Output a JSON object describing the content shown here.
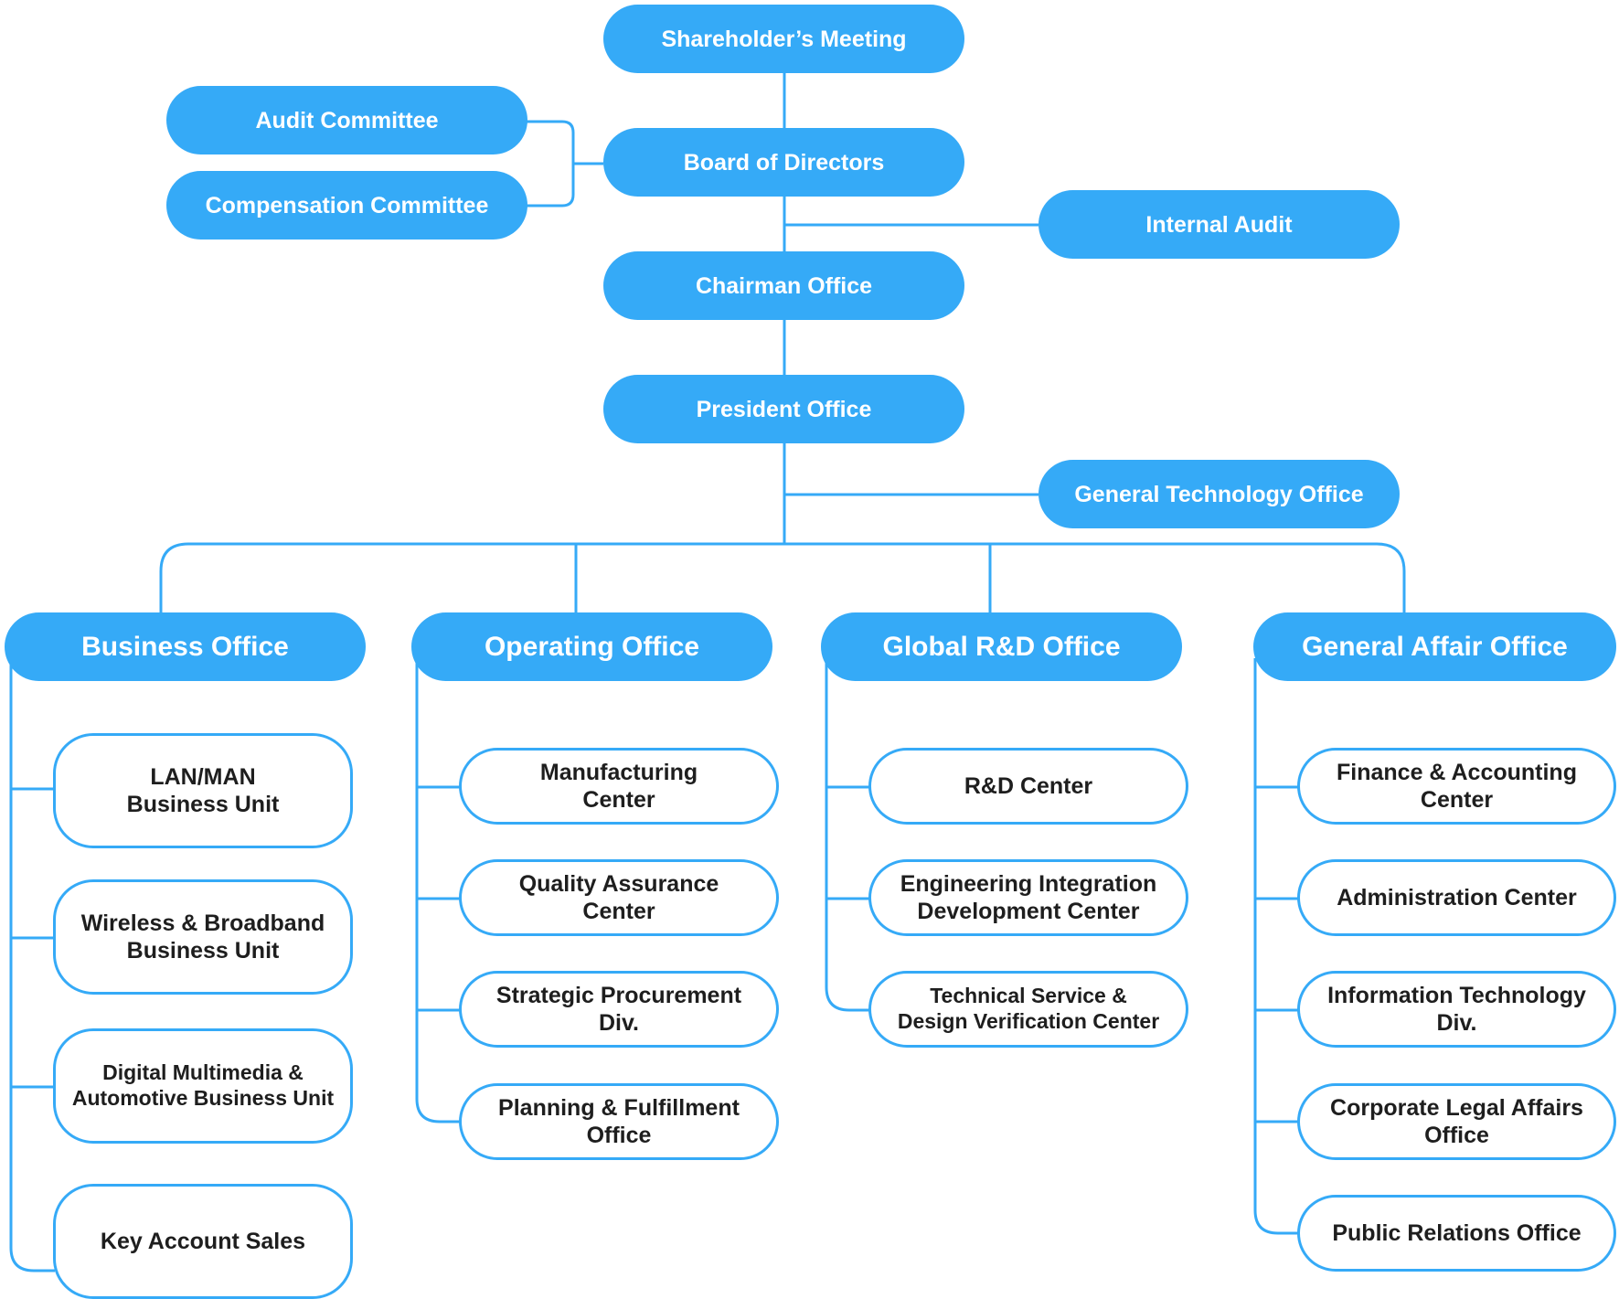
{
  "colors": {
    "accent": "#35aaf7",
    "text_dark": "#1e1e1e",
    "text_light": "#ffffff"
  },
  "top": {
    "shareholders": "Shareholder’s Meeting",
    "audit_committee": "Audit Committee",
    "compensation_committee": "Compensation Committee",
    "board": "Board of Directors",
    "internal_audit": "Internal Audit",
    "chairman": "Chairman  Office",
    "president": "President Office",
    "general_technology": "General Technology Office"
  },
  "offices": [
    {
      "title": "Business Office",
      "units": [
        "LAN/MAN\nBusiness Unit",
        "Wireless & Broadband\nBusiness Unit",
        "Digital Multimedia &\nAutomotive Business Unit",
        "Key Account Sales"
      ]
    },
    {
      "title": "Operating Office",
      "units": [
        "Manufacturing\nCenter",
        "Quality Assurance\nCenter",
        "Strategic Procurement\nDiv.",
        "Planning & Fulfillment\nOffice"
      ]
    },
    {
      "title": "Global R&D Office",
      "units": [
        "R&D Center",
        "Engineering Integration\nDevelopment Center",
        "Technical Service &\nDesign Verification Center"
      ]
    },
    {
      "title": "General Affair Office",
      "units": [
        "Finance & Accounting\nCenter",
        "Administration Center",
        "Information Technology\nDiv.",
        "Corporate Legal Affairs\nOffice",
        "Public Relations Office"
      ]
    }
  ]
}
